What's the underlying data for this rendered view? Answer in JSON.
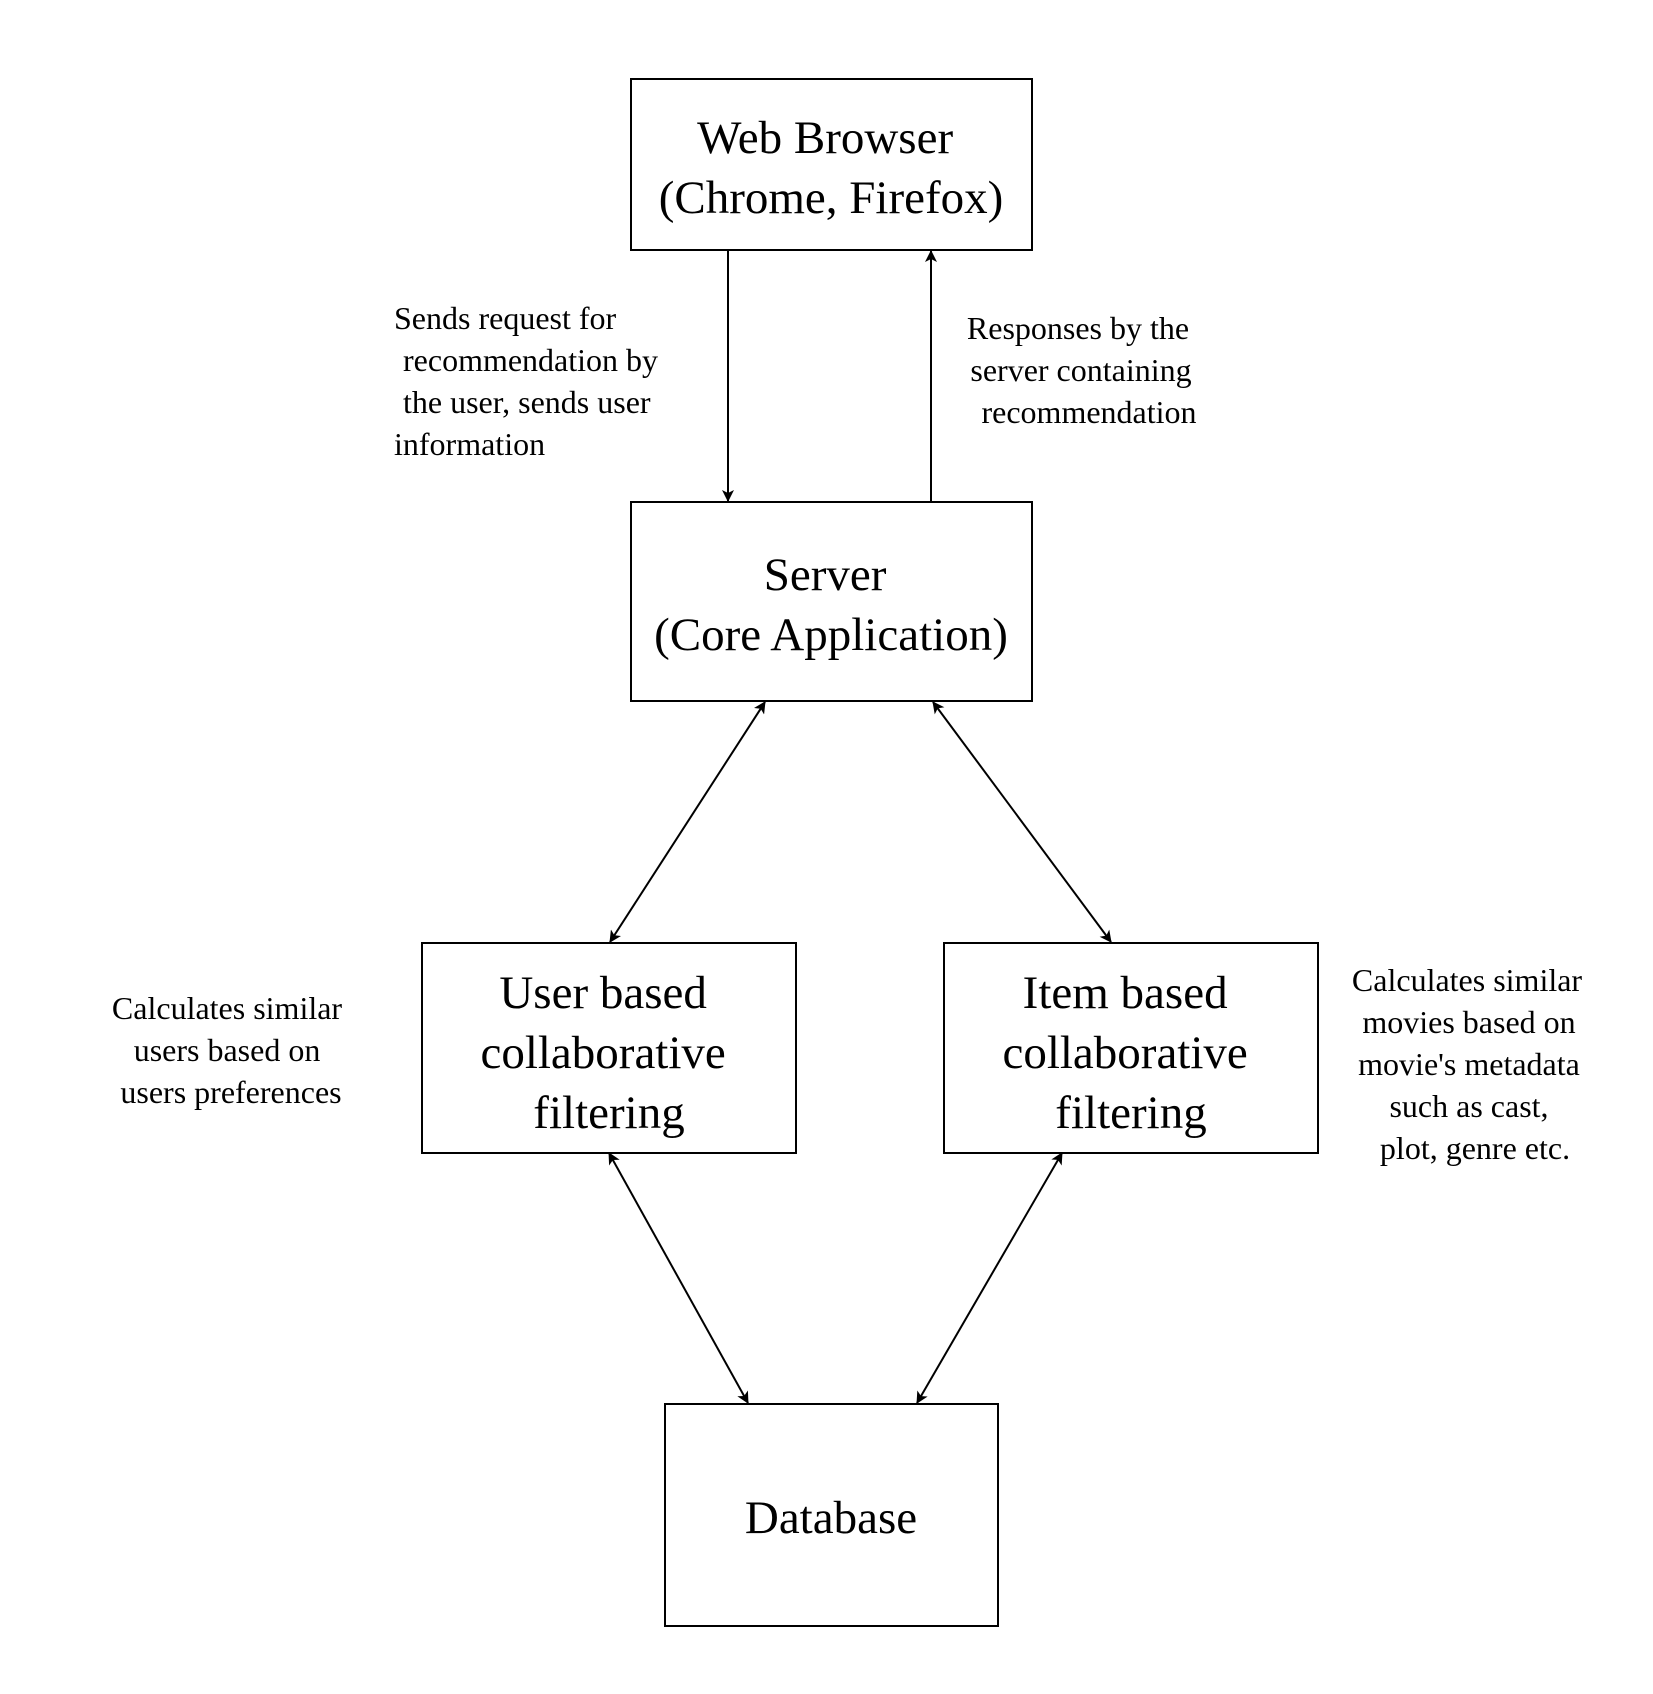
{
  "colors": {
    "background": "#ffffff",
    "stroke": "#000000",
    "text": "#000000"
  },
  "nodes": {
    "browser": {
      "lines": [
        "Web Browser",
        "(Chrome, Firefox)"
      ]
    },
    "server": {
      "lines": [
        "Server",
        "(Core Application)"
      ]
    },
    "user_cf": {
      "lines": [
        "User based",
        "collaborative",
        "filtering"
      ]
    },
    "item_cf": {
      "lines": [
        "Item based",
        "collaborative",
        "filtering"
      ]
    },
    "database": {
      "lines": [
        "Database"
      ]
    }
  },
  "annotations": {
    "request_note": {
      "lines": [
        "Sends request for",
        "recommendation by",
        "the user, sends user",
        "information"
      ]
    },
    "response_note": {
      "lines": [
        "Responses by the",
        "server containing",
        "recommendation"
      ]
    },
    "user_cf_note": {
      "lines": [
        "Calculates similar",
        "users based on",
        "users preferences"
      ]
    },
    "item_cf_note": {
      "lines": [
        "Calculates similar",
        "movies based on",
        "movie's metadata",
        "such as cast,",
        "plot, genre etc."
      ]
    }
  },
  "edges": [
    {
      "from": "browser",
      "to": "server",
      "direction": "forward"
    },
    {
      "from": "server",
      "to": "browser",
      "direction": "forward"
    },
    {
      "from": "server",
      "to": "user_cf",
      "direction": "both"
    },
    {
      "from": "server",
      "to": "item_cf",
      "direction": "both"
    },
    {
      "from": "user_cf",
      "to": "database",
      "direction": "both"
    },
    {
      "from": "item_cf",
      "to": "database",
      "direction": "both"
    }
  ]
}
